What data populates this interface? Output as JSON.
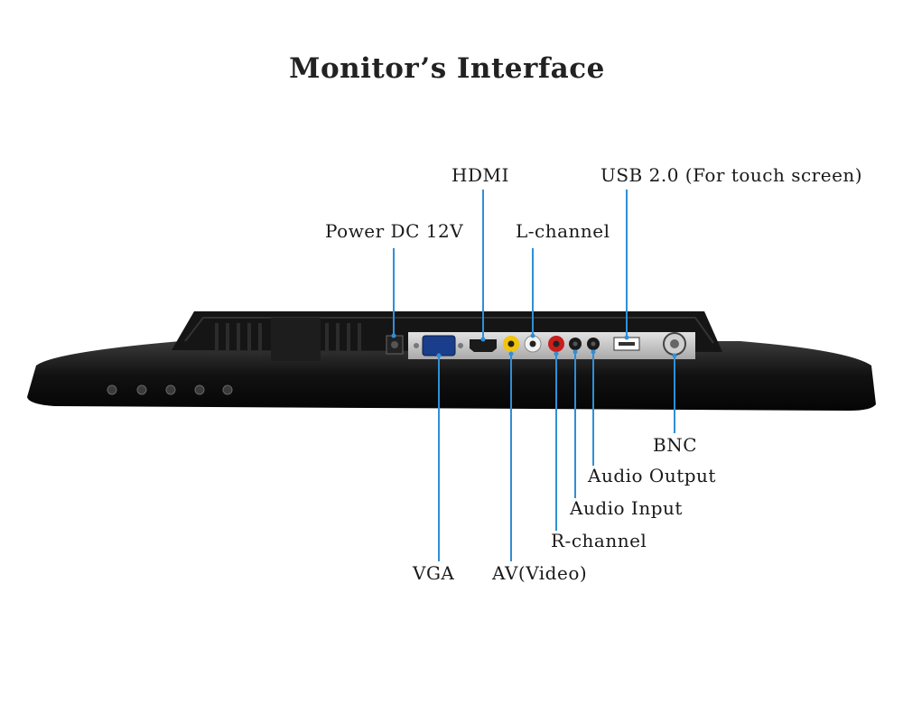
{
  "title": "Monitor’s Interface",
  "labels": {
    "hdmi": "HDMI",
    "usb": "USB 2.0 (For touch screen)",
    "power": "Power DC 12V",
    "l_channel": "L-channel",
    "bnc": "BNC",
    "audio_output": "Audio Output",
    "audio_input": "Audio Input",
    "r_channel": "R-channel",
    "vga": "VGA",
    "av": "AV(Video)"
  },
  "colors": {
    "leader": "#2f8fd8",
    "bezel": "#111111",
    "panel": "#c9c9c9"
  }
}
